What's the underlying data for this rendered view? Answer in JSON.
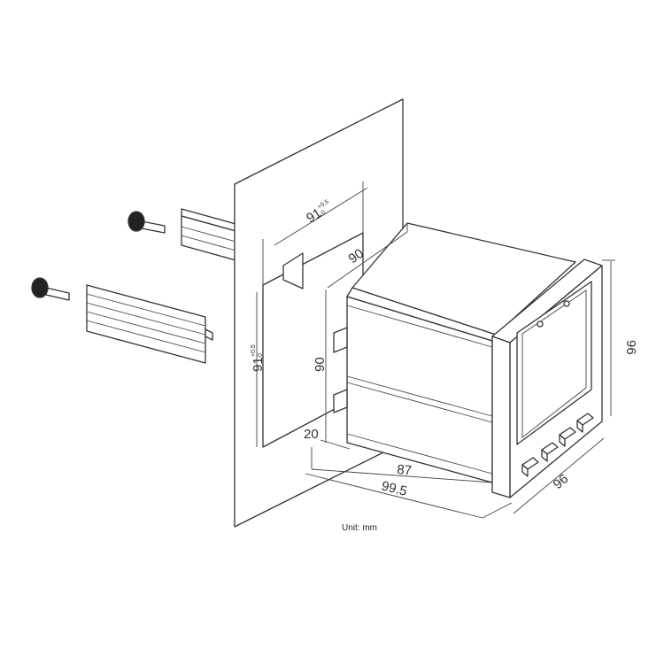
{
  "diagram": {
    "dimensions": {
      "cutout_width": "91",
      "cutout_width_tolerance_upper": "+0.5",
      "cutout_width_tolerance_lower": "0",
      "cutout_height": "91",
      "cutout_height_tolerance_upper": "+0.5",
      "cutout_height_tolerance_lower": "0",
      "body_width": "90",
      "body_height": "90",
      "bezel_offset": "20",
      "body_depth": "87",
      "total_depth": "99.5",
      "front_height": "96",
      "front_width": "96"
    },
    "unit_label": "Unit: mm",
    "line_color": "#333333"
  }
}
